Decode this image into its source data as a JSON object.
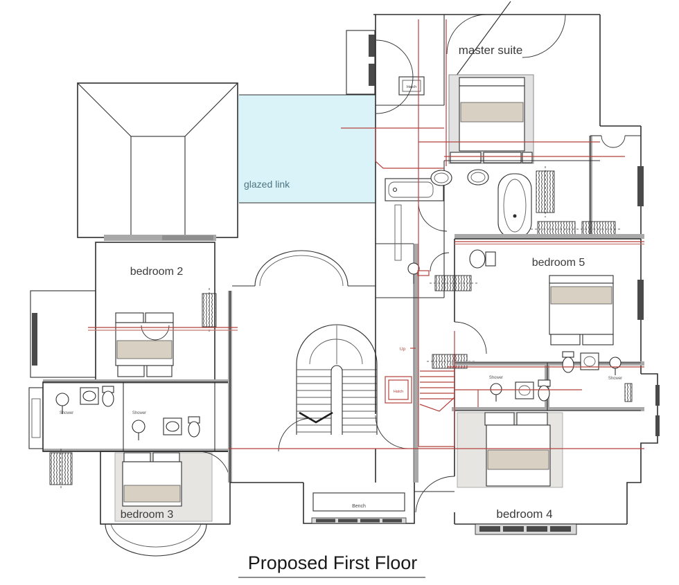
{
  "title": "Proposed First Floor",
  "rooms": {
    "master_suite": "master suite",
    "bedroom_2": "bedroom 2",
    "bedroom_3": "bedroom 3",
    "bedroom_4": "bedroom 4",
    "bedroom_5": "bedroom 5",
    "glazed_link": "glazed link"
  },
  "annotations": {
    "hatch": "Hatch",
    "up": "Up",
    "bench": "Bench",
    "shower": "Shower"
  },
  "colors": {
    "existing_walls": "#2d2d2d",
    "proposed_works": "#b5403c",
    "partition_grey": "#a9a9a9",
    "glazed_link_fill": "#d9f3f8",
    "glazed_link_text": "#4d7582",
    "bed_linen": "#d8d0c2",
    "room_tint": "#e6e5e2"
  }
}
